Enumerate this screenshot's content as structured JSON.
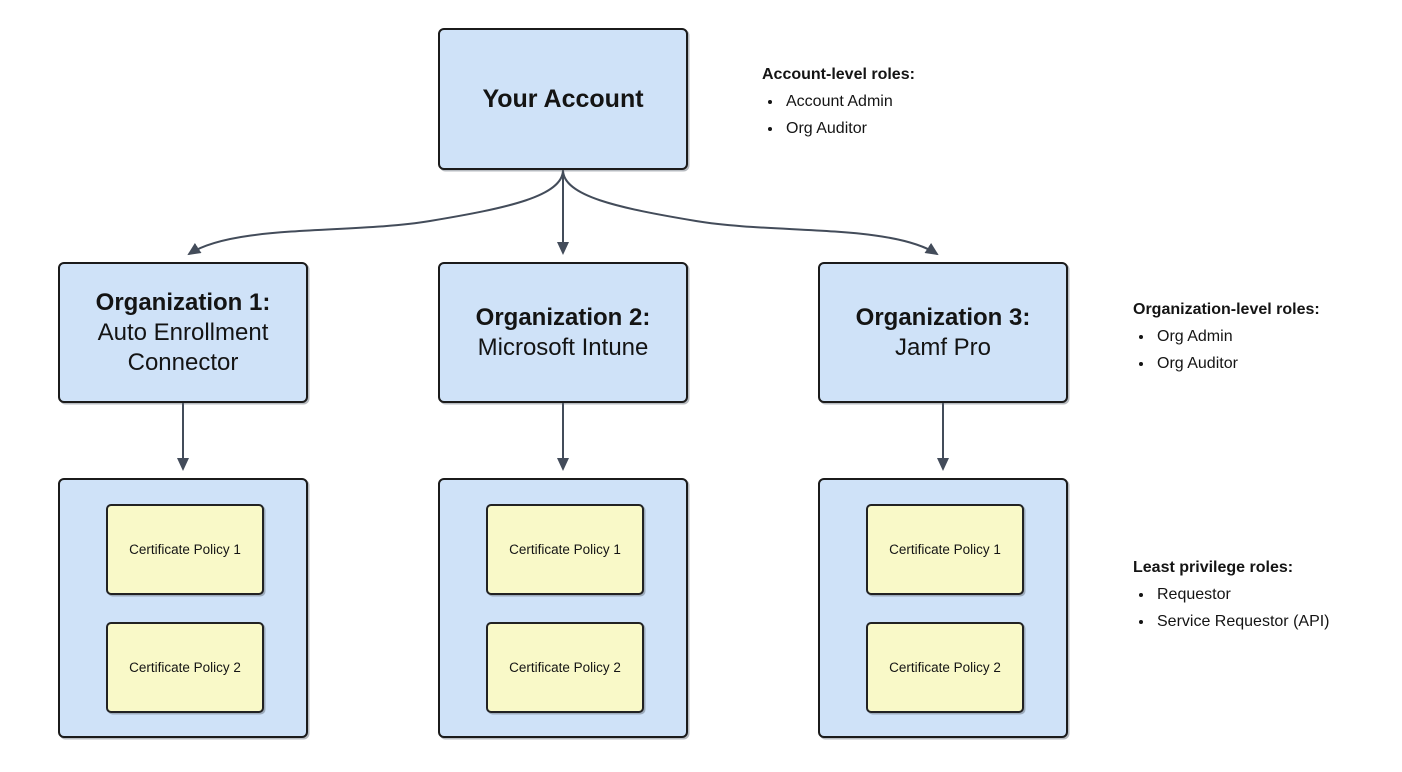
{
  "account": {
    "label": "Your Account"
  },
  "orgs": [
    {
      "title": "Organization 1:",
      "subtitle": "Auto Enrollment Connector"
    },
    {
      "title": "Organization 2:",
      "subtitle": "Microsoft Intune"
    },
    {
      "title": "Organization 3:",
      "subtitle": "Jamf Pro"
    }
  ],
  "policies": [
    "Certificate Policy 1",
    "Certificate Policy 2"
  ],
  "annotations": [
    {
      "heading": "Account-level roles:",
      "items": [
        "Account Admin",
        "Org Auditor"
      ]
    },
    {
      "heading": "Organization-level roles:",
      "items": [
        "Org Admin",
        "Org Auditor"
      ]
    },
    {
      "heading": "Least privilege roles:",
      "items": [
        "Requestor",
        "Service Requestor (API)"
      ]
    }
  ],
  "colors": {
    "box_fill": "#cfe2f8",
    "policy_fill": "#f9f9c8",
    "border": "#1b1b1b",
    "arrow": "#434c5a",
    "text": "#141414"
  }
}
